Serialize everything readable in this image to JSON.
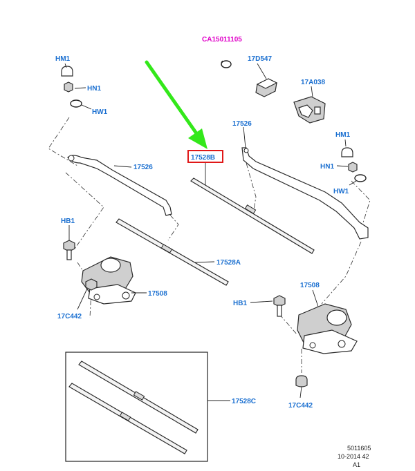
{
  "labels": {
    "ca15011105": "CA15011105",
    "l17d547": "17D547",
    "l17a038": "17A038",
    "hm1_left": "HM1",
    "hn1_left": "HN1",
    "hw1_left": "HW1",
    "arm_left": "17526",
    "arm_right": "17526",
    "blade_highlight": "17528B",
    "hm1_right": "HM1",
    "hn1_right": "HN1",
    "hw1_right": "HW1",
    "hb1_left": "HB1",
    "blade_a": "17528A",
    "motor_left": "17508",
    "l17c442_left": "17C442",
    "motor_right": "17508",
    "hb1_right": "HB1",
    "l17c442_right": "17C442",
    "blade_c": "17528C"
  },
  "footer": {
    "line1": "5011605",
    "line2": "10-2014 42",
    "line3": "A1"
  },
  "colors": {
    "label_blue": "#1a6fd0",
    "label_magenta": "#e000c8",
    "highlight_red": "#e01818",
    "arrow_green": "#33e81a"
  }
}
